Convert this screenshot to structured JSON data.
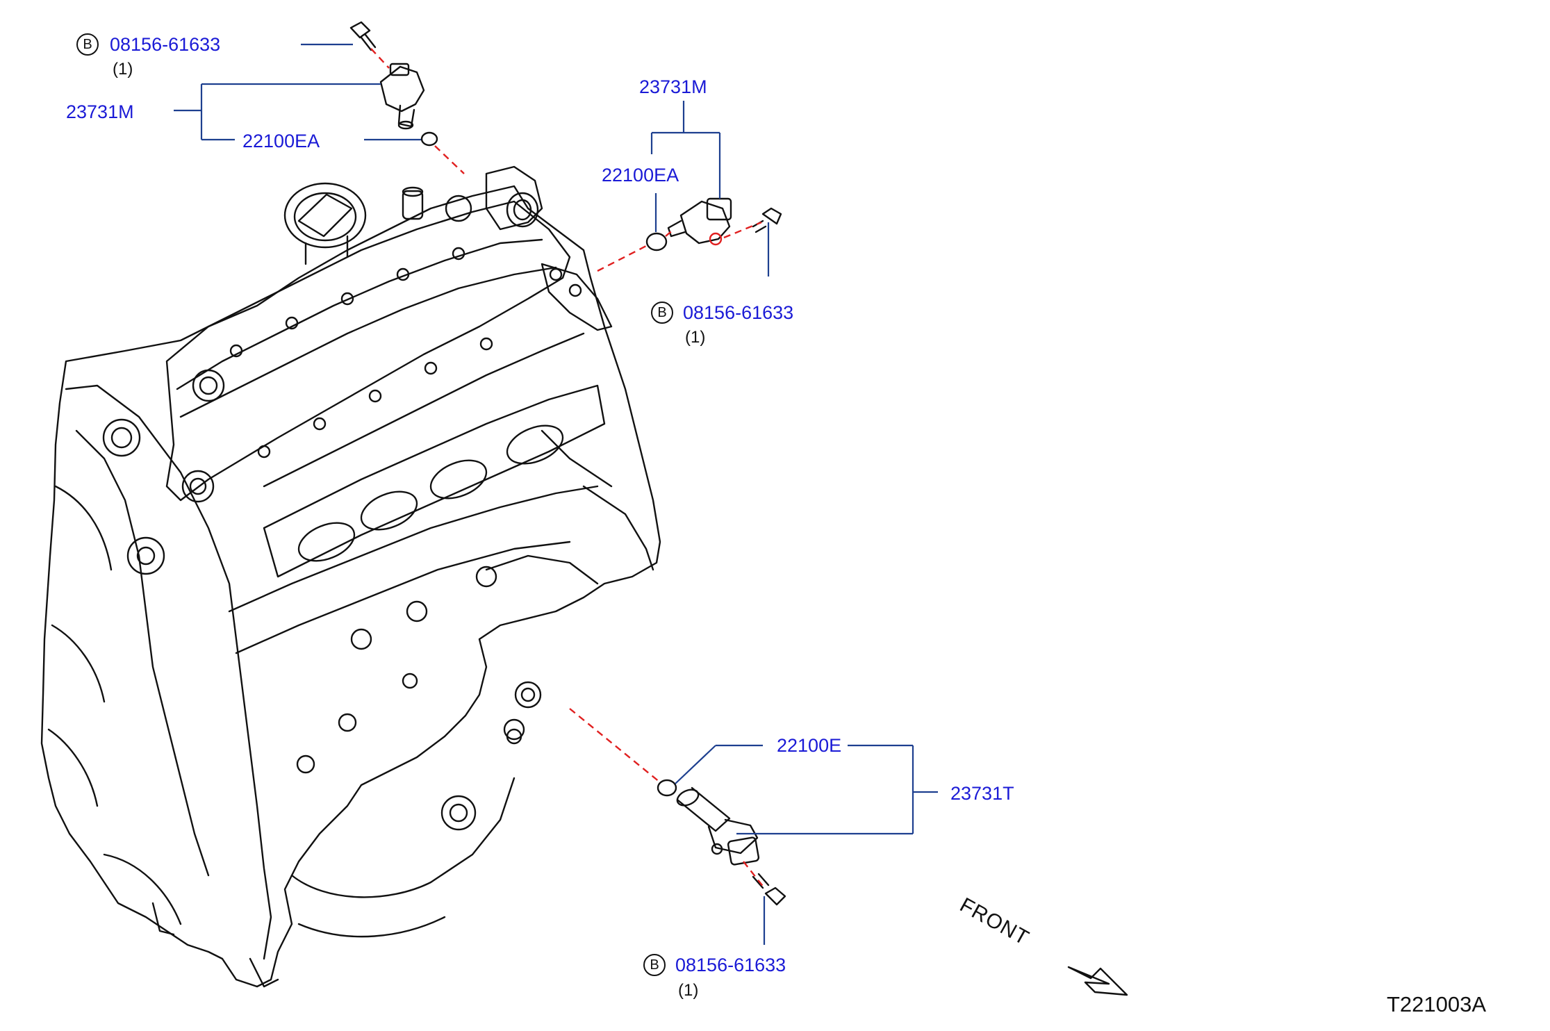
{
  "diagram": {
    "code": "T221003A",
    "front_label": "FRONT",
    "callouts": {
      "top_left": {
        "bolt": {
          "badge": "B",
          "part": "08156-61633",
          "qty": "(1)"
        },
        "assembly": "23731M",
        "oring": "22100EA"
      },
      "top_right": {
        "assembly": "23731M",
        "oring": "22100EA",
        "bolt": {
          "badge": "B",
          "part": "08156-61633",
          "qty": "(1)"
        }
      },
      "bottom": {
        "oring": "22100E",
        "assembly": "23731T",
        "bolt": {
          "badge": "B",
          "part": "08156-61633",
          "qty": "(1)"
        }
      }
    },
    "colors": {
      "part_number": "#1a1ad6",
      "leader": "#1d3f8f",
      "dashed": "#e02020",
      "line": "#111111"
    }
  }
}
